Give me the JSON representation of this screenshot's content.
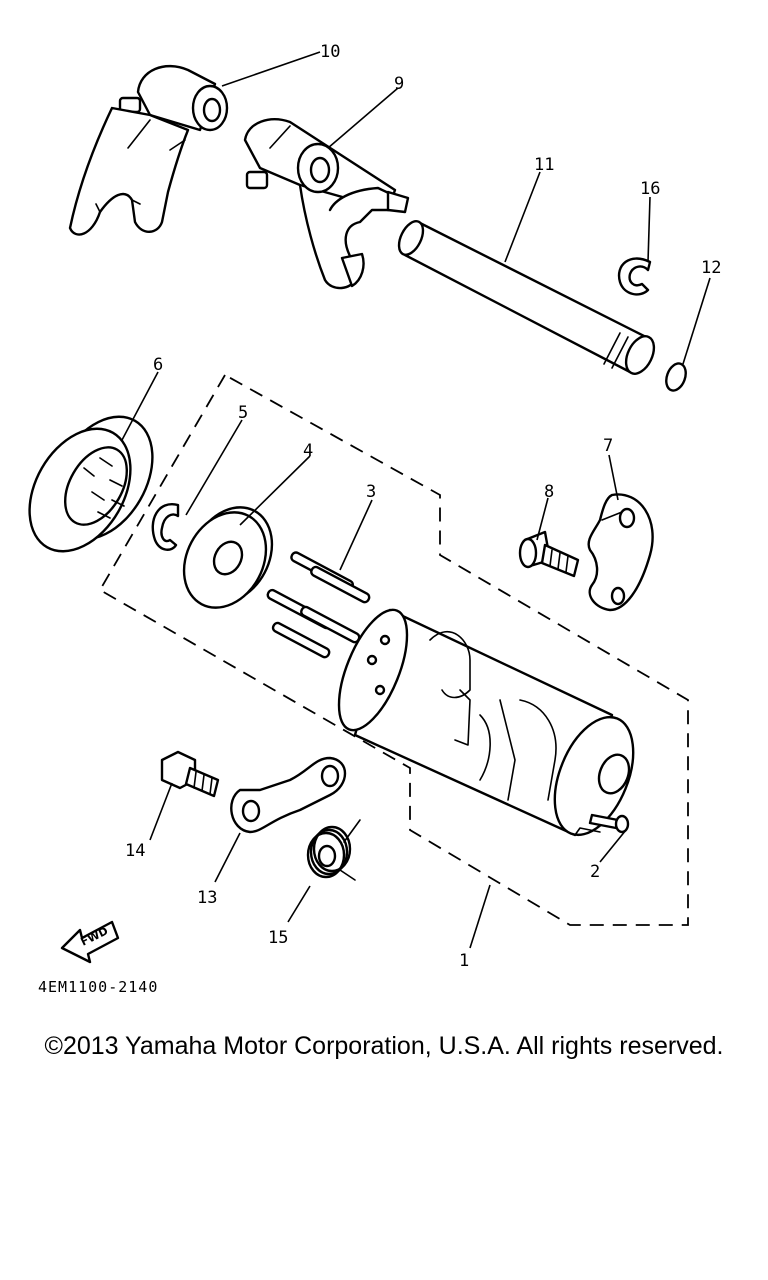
{
  "diagram": {
    "callouts": {
      "c1": "1",
      "c2": "2",
      "c3": "3",
      "c4": "4",
      "c5": "5",
      "c6": "6",
      "c7": "7",
      "c8": "8",
      "c9": "9",
      "c10": "10",
      "c11": "11",
      "c12": "12",
      "c13": "13",
      "c14": "14",
      "c15": "15",
      "c16": "16"
    },
    "fwd_label": "FWD",
    "drawing_code": "4EM1100-2140"
  },
  "footer": {
    "copyright": "©2013 Yamaha Motor Corporation, U.S.A. All rights reserved."
  }
}
